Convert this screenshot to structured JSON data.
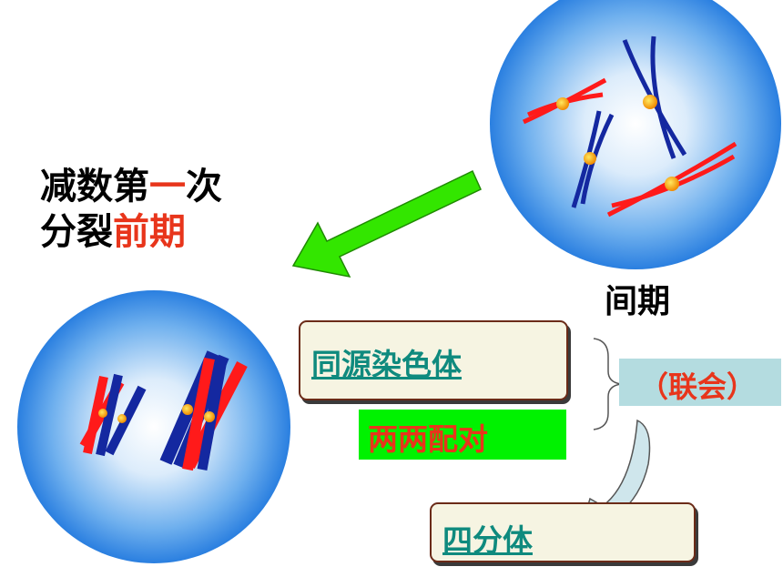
{
  "title": {
    "line1_part1": "减数第",
    "line1_highlight": "一",
    "line1_part3": "次",
    "line2_part1": "分裂",
    "line2_highlight": "前期"
  },
  "labels": {
    "interphase": "间期",
    "homologous_chromosomes": "同源染色体",
    "pairing": "两两配对",
    "synapsis": "（联会）",
    "tetrad": "四分体"
  },
  "colors": {
    "highlight_text": "#e8351b",
    "link_text": "#0f8a7e",
    "pairing_bg": "#00f200",
    "synapsis_bg": "#b4dce0",
    "arrow_green": "#33e600",
    "chromosome_red": "#ff1a1a",
    "chromosome_blue": "#1428a0",
    "centromere": "#f5a800",
    "cell_edge": "#2a7fe0",
    "cell_center": "#ffffff"
  }
}
